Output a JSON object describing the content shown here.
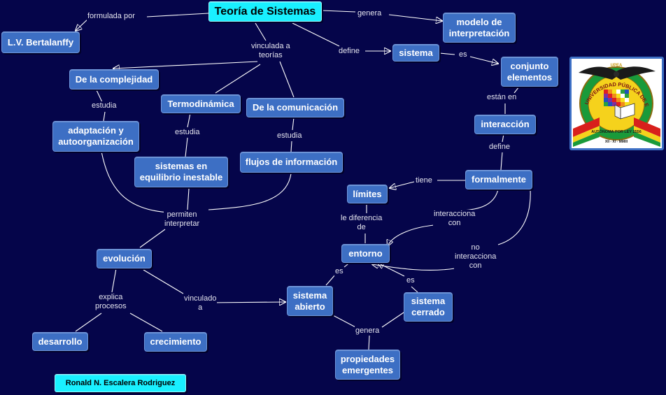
{
  "nodes": {
    "teoria": "Teoría de Sistemas",
    "bertalanffy": "L.V. Bertalanffy",
    "modelo": "modelo de\ninterpretación",
    "sistema": "sistema",
    "conjunto": "conjunto\nelementos",
    "interaccion": "interacción",
    "formalmente": "formalmente",
    "limites": "límites",
    "entorno": "entorno",
    "sistema_abierto": "sistema\nabierto",
    "sistema_cerrado": "sistema\ncerrado",
    "propiedades": "propiedades\nemergentes",
    "complejidad": "De la complejidad",
    "termodinamica": "Termodinámica",
    "comunicacion": "De la comunicación",
    "adaptacion": "adaptación y\nautoorganización",
    "equilibrio": "sistemas en\nequilibrio inestable",
    "flujos": "flujos de información",
    "evolucion": "evolución",
    "desarrollo": "desarrollo",
    "crecimiento": "crecimiento",
    "author": "Ronald N. Escalera Rodriguez"
  },
  "links": {
    "formulada_por": "formulada por",
    "genera_top": "genera",
    "vinculada": "vinculada a\nteorías",
    "define_top": "define",
    "es_conjunto": "es",
    "estan_en": "están en",
    "define_mid": "define",
    "tiene": "tiene",
    "diferencia": "le diferencia\nde",
    "interacciona": "interacciona\ncon",
    "no_interacciona": "no\ninteracciona\ncon",
    "es_abierto": "es",
    "es_cerrado": "es",
    "genera_bottom": "genera",
    "estudia_1": "estudia",
    "estudia_2": "estudia",
    "estudia_3": "estudia",
    "permiten": "permiten\ninterpretar",
    "explica": "explica\nprocesos",
    "vinculado": "vinculado\na"
  },
  "logo": {
    "top_text": "UPEA",
    "ring_text": "UNIVERSIDAD PÚBLICA DE EL ALTO",
    "bottom_text": "AUTÓNOMA POR LEY 2556",
    "date_text": "XII - XI - MMIII"
  },
  "colors": {
    "background": "#05054a",
    "node": "#3d6fc4",
    "main_node": "#19f0ff"
  }
}
